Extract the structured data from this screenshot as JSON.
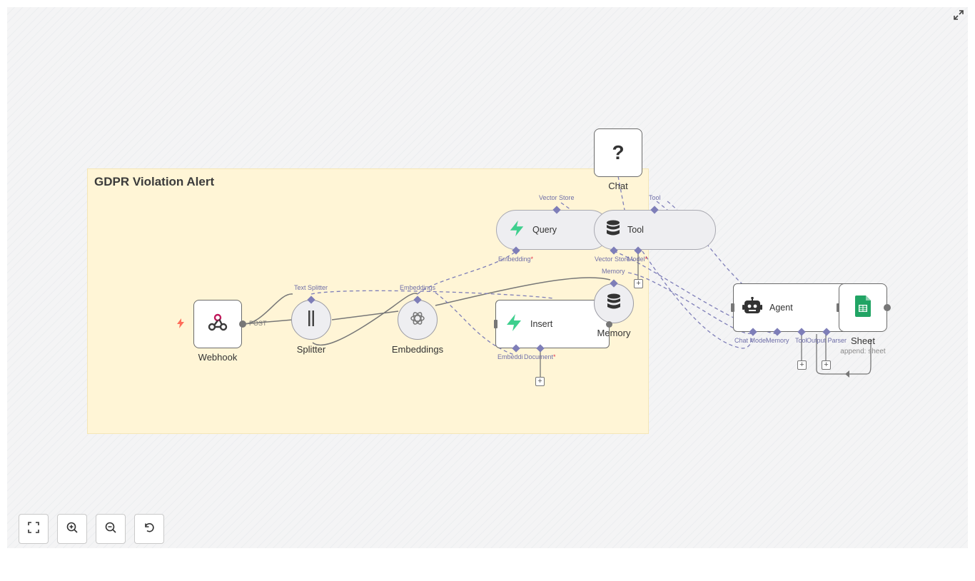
{
  "workflow": {
    "sticky_title": "GDPR Violation Alert"
  },
  "nodes": {
    "webhook": {
      "label": "Webhook",
      "output_label": "POST"
    },
    "splitter": {
      "label": "Splitter"
    },
    "embeddings": {
      "label": "Embeddings"
    },
    "insert": {
      "label": "Insert"
    },
    "memory": {
      "label": "Memory"
    },
    "query": {
      "label": "Query"
    },
    "tool": {
      "label": "Tool"
    },
    "chat": {
      "label": "Chat",
      "glyph": "?"
    },
    "agent": {
      "label": "Agent"
    },
    "sheet": {
      "label": "Sheet",
      "subtitle": "append: sheet"
    }
  },
  "port_labels": {
    "text_splitter": "Text Splitter",
    "embeddings": "Embeddings",
    "embedding": "Embedding",
    "embedding_req": "*",
    "vector_store": "Vector Store",
    "tool": "Tool",
    "vector_store_2": "Vector Store",
    "model": "Model",
    "model_req": "*",
    "memory": "Memory",
    "embedding_2": "Embeddi",
    "document": "Document",
    "document_req": "*",
    "chat_model": "Chat Model",
    "agent_memory": "Memory",
    "agent_tool": "Tool",
    "output_parser": "Output Parser"
  },
  "icons": {
    "webhook": "webhook-icon",
    "splitter": "splitter-icon",
    "embeddings": "openai-icon",
    "insert": "supabase-icon",
    "memory": "database-icon",
    "query": "supabase-icon",
    "tool": "database-icon",
    "agent": "robot-icon",
    "sheet": "google-sheets-icon",
    "trigger": "lightning-icon"
  },
  "controls": {
    "fit_view": "fit-view-icon",
    "zoom_in": "zoom-in-icon",
    "zoom_out": "zoom-out-icon",
    "undo": "undo-icon",
    "fullscreen": "fullscreen-icon"
  },
  "colors": {
    "sticky_bg": "#fff5d6",
    "supabase_green": "#3ecf8e",
    "sheets_green": "#21a464",
    "port_purple": "#7e7eb8",
    "required_red": "#e0344a",
    "trigger_red": "#ff6d5a"
  }
}
